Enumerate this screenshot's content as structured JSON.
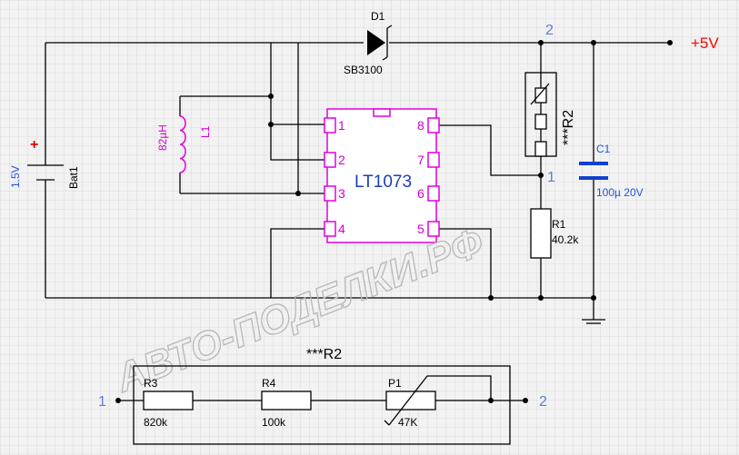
{
  "labels": {
    "d1_ref": "D1",
    "d1_part": "SB3100",
    "out_voltage": "+5V",
    "node_2": "2",
    "node_1": "1",
    "r2_ref": "***R2",
    "c1_ref": "C1",
    "c1_val": "100µ 20V",
    "r1_ref": "R1",
    "r1_val": "40.2k",
    "l1_ref": "L1",
    "l1_val": "82µH",
    "bat_ref": "Bat1",
    "bat_val": "1.5V",
    "bat_plus": "+",
    "chip": "LT1073",
    "pin1": "1",
    "pin2": "2",
    "pin3": "3",
    "pin4": "4",
    "pin5": "5",
    "pin6": "6",
    "pin7": "7",
    "pin8": "8",
    "detail_title": "***R2",
    "r3_ref": "R3",
    "r3_val": "820k",
    "r4_ref": "R4",
    "r4_val": "100k",
    "p1_ref": "P1",
    "p1_val": "47K",
    "detail_node_1": "1",
    "detail_node_2": "2"
  },
  "watermark": "АВТО-ПОДЕЛКИ.РФ",
  "colors": {
    "wire": "#000000",
    "chip": "#e000e0",
    "chip_text": "#1a3fb8",
    "capacitor": "#1040d0",
    "output_label": "#ff0000",
    "node_label": "#5a7fd6",
    "grid": "#c8c8c8",
    "background": "#f2f2f2"
  }
}
